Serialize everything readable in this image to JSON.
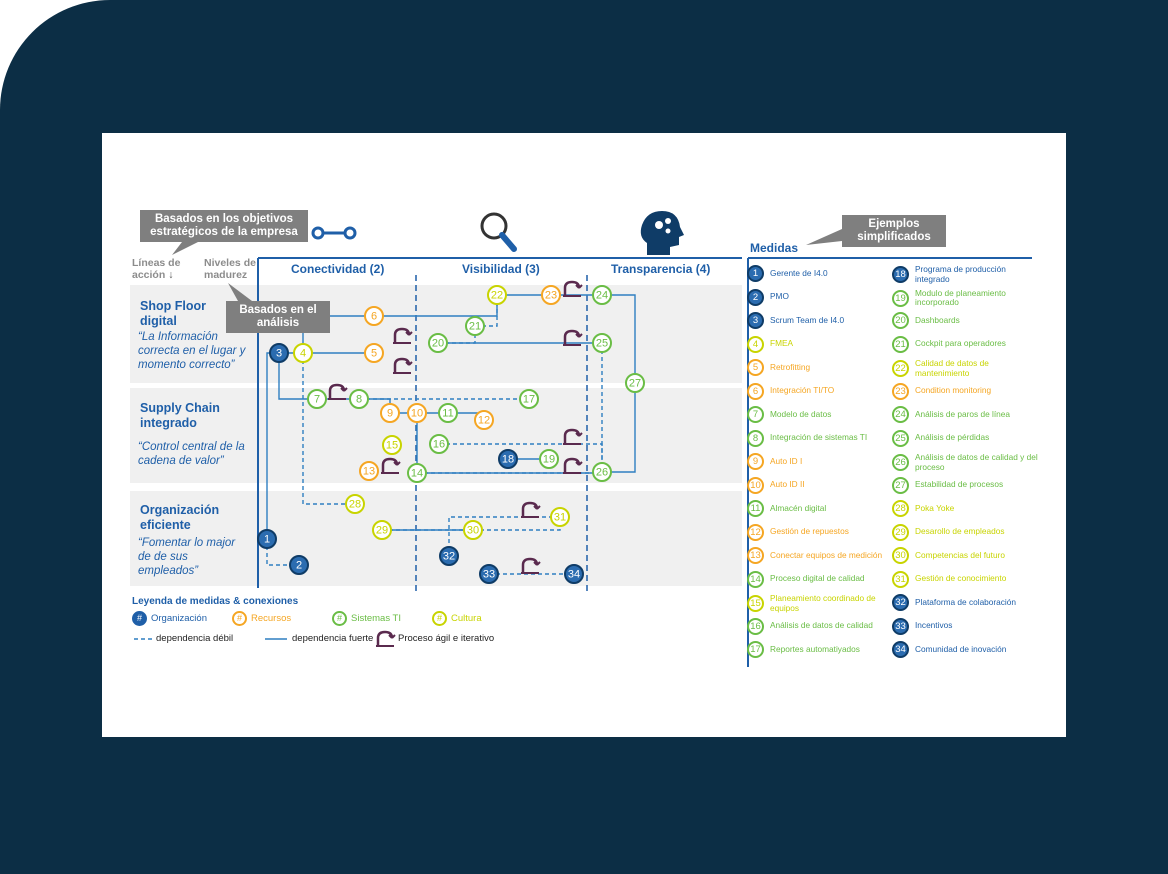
{
  "colors": {
    "organizacion": "#1f5fa8",
    "recursos": "#f5a623",
    "sistemas": "#6abd45",
    "cultura": "#c8d400",
    "agil": "#5a2a4e",
    "line": "#2f7fc1",
    "frame": "#0c2e45"
  },
  "callouts": {
    "strategic": "Basados en los objetivos estratégicos de la empresa",
    "analysis": "Basados en el análisis",
    "examples": "Ejemplos simplificados"
  },
  "header": {
    "lineas": "Líneas de acción",
    "niveles": "Niveles de madurez",
    "levels": [
      "Conectividad (2)",
      "Visibilidad (3)",
      "Transparencia (4)"
    ],
    "icons": [
      "connect-icon",
      "magnifier-icon",
      "head-gears-icon"
    ]
  },
  "areas": [
    {
      "title": "Shop Floor digital",
      "quote": "“La Información correcta en el lugar y momento correcto”"
    },
    {
      "title": "Supply Chain integrado",
      "quote": "“Control central de la cadena de valor”"
    },
    {
      "title": "Organización eficiente",
      "quote": "“Fomentar lo major de de sus empleados”"
    }
  ],
  "legend": {
    "title": "Leyenda de medidas  & conexiones",
    "types": [
      {
        "mark": "#",
        "label": "Organización",
        "cat": "organizacion"
      },
      {
        "mark": "#",
        "label": "Recursos",
        "cat": "recursos"
      },
      {
        "mark": "#",
        "label": "Sistemas TI",
        "cat": "sistemas"
      },
      {
        "mark": "#",
        "label": "Cultura",
        "cat": "cultura"
      }
    ],
    "weak": "dependencia débil",
    "strong": "dependencia fuerte",
    "agile": "Proceso ágil e iterativo"
  },
  "measures_title": "Medidas",
  "measures": [
    {
      "n": "1",
      "label": "Gerente de I4.0",
      "cat": "organizacion"
    },
    {
      "n": "2",
      "label": "PMO",
      "cat": "organizacion"
    },
    {
      "n": "3",
      "label": "Scrum Team de I4.0",
      "cat": "organizacion"
    },
    {
      "n": "4",
      "label": "FMEA",
      "cat": "cultura"
    },
    {
      "n": "5",
      "label": "Retrofitting",
      "cat": "recursos"
    },
    {
      "n": "6",
      "label": "Integración TI/TO",
      "cat": "recursos"
    },
    {
      "n": "7",
      "label": "Modelo de datos",
      "cat": "sistemas"
    },
    {
      "n": "8",
      "label": "Integración de sistemas TI",
      "cat": "sistemas"
    },
    {
      "n": "9",
      "label": "Auto ID I",
      "cat": "recursos"
    },
    {
      "n": "10",
      "label": "Auto ID II",
      "cat": "recursos"
    },
    {
      "n": "11",
      "label": "Almacén digital",
      "cat": "sistemas"
    },
    {
      "n": "12",
      "label": "Gestión de repuestos",
      "cat": "recursos"
    },
    {
      "n": "13",
      "label": "Conectar equipos de medición",
      "cat": "recursos"
    },
    {
      "n": "14",
      "label": "Proceso digital de calidad",
      "cat": "sistemas"
    },
    {
      "n": "15",
      "label": "Planeamiento coordinado de equipos",
      "cat": "cultura"
    },
    {
      "n": "16",
      "label": "Análisis de datos de calidad",
      "cat": "sistemas"
    },
    {
      "n": "17",
      "label": "Reportes automatiyados",
      "cat": "sistemas"
    },
    {
      "n": "18",
      "label": "Programa de producción integrado",
      "cat": "organizacion"
    },
    {
      "n": "19",
      "label": "Modulo de planeamiento incorporado",
      "cat": "sistemas"
    },
    {
      "n": "20",
      "label": "Dashboards",
      "cat": "sistemas"
    },
    {
      "n": "21",
      "label": "Cockpit para operadores",
      "cat": "sistemas"
    },
    {
      "n": "22",
      "label": "Calidad de datos de mantenimiento",
      "cat": "cultura"
    },
    {
      "n": "23",
      "label": "Condition monitoring",
      "cat": "recursos"
    },
    {
      "n": "24",
      "label": "Análisis de paros de línea",
      "cat": "sistemas"
    },
    {
      "n": "25",
      "label": "Análisis de pérdidas",
      "cat": "sistemas"
    },
    {
      "n": "26",
      "label": "Análisis de datos de calidad y del proceso",
      "cat": "sistemas"
    },
    {
      "n": "27",
      "label": "Estabilidad de procesos",
      "cat": "sistemas"
    },
    {
      "n": "28",
      "label": "Poka Yoke",
      "cat": "cultura"
    },
    {
      "n": "29",
      "label": "Desarollo de empleados",
      "cat": "cultura"
    },
    {
      "n": "30",
      "label": "Competencias del futuro",
      "cat": "cultura"
    },
    {
      "n": "31",
      "label": "Gestión de conocimiento",
      "cat": "cultura"
    },
    {
      "n": "32",
      "label": "Plataforma de colaboración",
      "cat": "organizacion"
    },
    {
      "n": "33",
      "label": "Incentivos",
      "cat": "organizacion"
    },
    {
      "n": "34",
      "label": "Comunidad de inovación",
      "cat": "organizacion"
    }
  ],
  "nodes": [
    {
      "n": "1",
      "cat": "organizacion"
    },
    {
      "n": "2",
      "cat": "organizacion"
    },
    {
      "n": "3",
      "cat": "organizacion"
    },
    {
      "n": "4",
      "cat": "cultura"
    },
    {
      "n": "5",
      "cat": "recursos"
    },
    {
      "n": "6",
      "cat": "recursos"
    },
    {
      "n": "7",
      "cat": "sistemas"
    },
    {
      "n": "8",
      "cat": "sistemas"
    },
    {
      "n": "9",
      "cat": "recursos"
    },
    {
      "n": "10",
      "cat": "recursos"
    },
    {
      "n": "11",
      "cat": "sistemas"
    },
    {
      "n": "12",
      "cat": "recursos"
    },
    {
      "n": "13",
      "cat": "recursos"
    },
    {
      "n": "14",
      "cat": "sistemas"
    },
    {
      "n": "15",
      "cat": "cultura"
    },
    {
      "n": "16",
      "cat": "sistemas"
    },
    {
      "n": "17",
      "cat": "sistemas"
    },
    {
      "n": "18",
      "cat": "organizacion"
    },
    {
      "n": "19",
      "cat": "sistemas"
    },
    {
      "n": "20",
      "cat": "sistemas"
    },
    {
      "n": "21",
      "cat": "sistemas"
    },
    {
      "n": "22",
      "cat": "cultura"
    },
    {
      "n": "23",
      "cat": "recursos"
    },
    {
      "n": "24",
      "cat": "sistemas"
    },
    {
      "n": "25",
      "cat": "sistemas"
    },
    {
      "n": "26",
      "cat": "sistemas"
    },
    {
      "n": "27",
      "cat": "sistemas"
    },
    {
      "n": "28",
      "cat": "cultura"
    },
    {
      "n": "29",
      "cat": "cultura"
    },
    {
      "n": "30",
      "cat": "cultura"
    },
    {
      "n": "31",
      "cat": "cultura"
    },
    {
      "n": "32",
      "cat": "organizacion"
    },
    {
      "n": "33",
      "cat": "organizacion"
    },
    {
      "n": "34",
      "cat": "organizacion"
    }
  ],
  "connections": {
    "strong": [
      [
        "3",
        "4"
      ],
      [
        "3",
        "7"
      ],
      [
        "4",
        "5"
      ],
      [
        "4",
        "6"
      ],
      [
        "6",
        "22"
      ],
      [
        "22",
        "23"
      ],
      [
        "23",
        "24"
      ],
      [
        "24",
        "27"
      ],
      [
        "20",
        "25"
      ],
      [
        "7",
        "8"
      ],
      [
        "8",
        "9"
      ],
      [
        "9",
        "10"
      ],
      [
        "10",
        "11"
      ],
      [
        "11",
        "12"
      ],
      [
        "10",
        "14"
      ],
      [
        "14",
        "26"
      ],
      [
        "26",
        "27"
      ],
      [
        "18",
        "19"
      ],
      [
        "29",
        "30"
      ],
      [
        "1",
        "3"
      ]
    ],
    "weak": [
      [
        "20",
        "21"
      ],
      [
        "21",
        "22"
      ],
      [
        "8",
        "17"
      ],
      [
        "4",
        "28"
      ],
      [
        "16",
        "26"
      ],
      [
        "14",
        "26"
      ],
      [
        "1",
        "2"
      ],
      [
        "29",
        "31"
      ],
      [
        "31",
        "32"
      ],
      [
        "33",
        "34"
      ],
      [
        "25",
        "26"
      ]
    ]
  }
}
